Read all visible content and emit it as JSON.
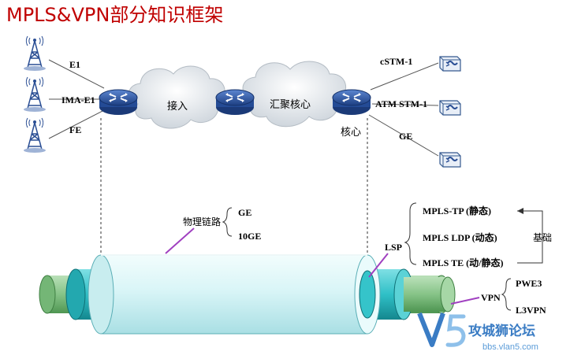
{
  "title": "MPLS&VPN部分知识框架",
  "top": {
    "left_links": [
      "E1",
      "IMA-E1",
      "FE"
    ],
    "cloud_access": "接入",
    "cloud_agg": "汇聚核心",
    "core_label": "核心",
    "right_links": [
      "cSTM-1",
      "ATM STM-1",
      "GE"
    ]
  },
  "pipe": {
    "physical_label": "物理链路",
    "physical_items": [
      "GE",
      "10GE"
    ],
    "lsp_label": "LSP",
    "lsp_items": [
      "MPLS-TP (静态)",
      "MPLS LDP (动态)",
      "MPLS TE (动/静态)"
    ],
    "base_label": "基础",
    "vpn_label": "VPN",
    "vpn_items": [
      "PWE3",
      "L3VPN"
    ]
  },
  "watermark": {
    "brand": "攻城狮论坛",
    "url": "bbs.vlan5.com"
  },
  "colors": {
    "title": "#c00000",
    "outer_pipe": "#d9f5f7",
    "middle_pipe": "#2fc0c7",
    "inner_pipe": "#86c387",
    "router": "#2d58a8",
    "leader": "#a040c0"
  }
}
